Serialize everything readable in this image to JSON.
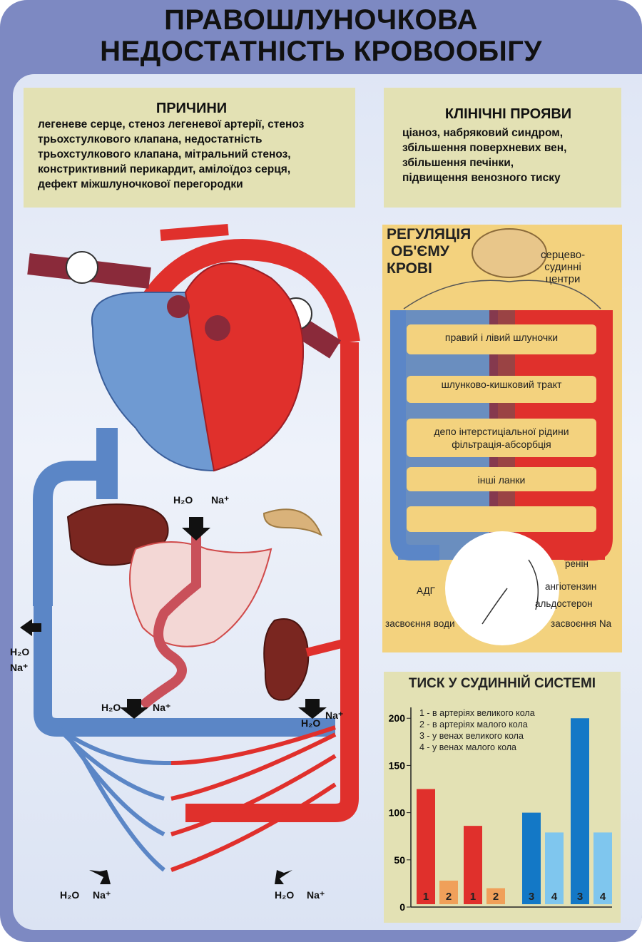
{
  "title": {
    "line1": "ПРАВОШЛУНОЧКОВА",
    "line2": "НЕДОСТАТНІСТЬ КРОВООБІГУ"
  },
  "causes": {
    "heading": "ПРИЧИНИ",
    "lines": [
      "легеневе серце, стеноз легеневої артерії, стеноз",
      "трьохстулкового клапана, недостатність",
      "трьохстулкового клапана, мітральний стеноз,",
      "констриктивний перикардит, амілоїдоз серця,",
      "дефект міжшлуночкової перегородки"
    ]
  },
  "clinical": {
    "heading": "КЛІНІЧНІ ПРОЯВИ",
    "lines": [
      "ціаноз, набряковий синдром,",
      "збільшення поверхневих вен,",
      "збільшення печінки,",
      "підвищення венозного тиску"
    ]
  },
  "regulation": {
    "title_lines": [
      "РЕГУЛЯЦІЯ",
      "ОБ'ЄМУ",
      "КРОВІ"
    ],
    "brain_label_lines": [
      "серцево-",
      "судинні",
      "центри"
    ],
    "bands": [
      "правий і лівий шлуночки",
      "шлунково-кишковий тракт",
      "депо інтерстиціальної рідини",
      "фільтрація-абсорбція",
      "інші ланки"
    ],
    "hormones": {
      "renin": "ренін",
      "angiotensin": "ангіотензин",
      "aldosterone": "альдостерон",
      "adh": "АДГ",
      "water": "засвоєння води",
      "sodium": "засвоєння Na"
    }
  },
  "ions": {
    "water": "H₂O",
    "sodium": "Na⁺"
  },
  "colors": {
    "artery": "#e0302c",
    "vein": "#5b86c6",
    "dark": "#8a2a3a",
    "frame": "#7d89c2",
    "panel": "#e3e1b4",
    "regulation": "#f3d27e"
  },
  "pressure": {
    "heading": "ТИСК У СУДИННІЙ СИСТЕМІ"
  },
  "chart_data": {
    "type": "bar",
    "title": "ТИСК У СУДИННІЙ СИСТЕМІ",
    "ylim": [
      0,
      210
    ],
    "yticks": [
      0,
      50,
      100,
      150,
      200
    ],
    "legend": [
      "1 - в артеріях великого кола",
      "2 - в артеріях малого кола",
      "3 - у венах великого кола",
      "4 - у венах малого кола"
    ],
    "bars": [
      {
        "label": "1",
        "value": 125,
        "color": "#e0302c"
      },
      {
        "label": "2",
        "value": 28,
        "color": "#f0a05a"
      },
      {
        "label": "1",
        "value": 86,
        "color": "#e0302c"
      },
      {
        "label": "2",
        "value": 20,
        "color": "#f0a05a"
      },
      {
        "label": "3",
        "value": 100,
        "color": "#1378c6"
      },
      {
        "label": "4",
        "value": 79,
        "color": "#7fc6ee"
      },
      {
        "label": "3",
        "value": 200,
        "color": "#1378c6"
      },
      {
        "label": "4",
        "value": 79,
        "color": "#7fc6ee"
      }
    ]
  }
}
